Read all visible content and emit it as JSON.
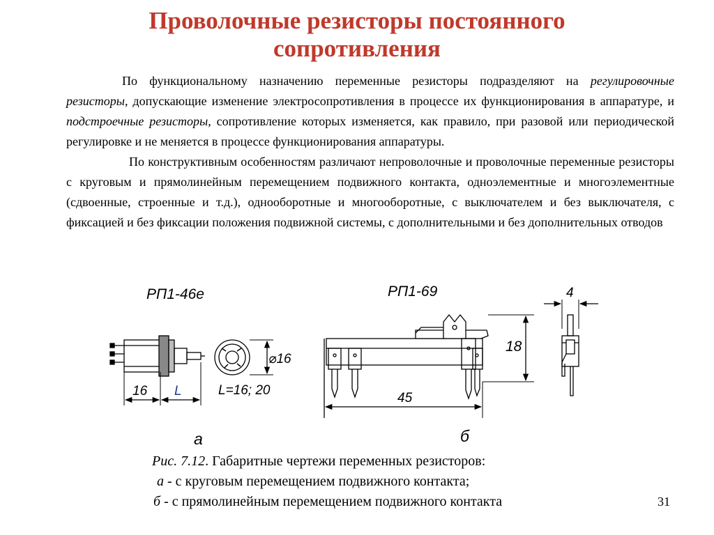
{
  "title": {
    "line1": "Проволочные резисторы постоянного",
    "line2": "сопротивления"
  },
  "paragraph1": {
    "t1": "По функциональному назначению переменные резисторы подразделяют на ",
    "i1": "регулировочные резисторы",
    "t2": ", допускающие изменение электросопротивления в процессе их функционирования в аппаратуре, и ",
    "i2": "подстроечные резисторы",
    "t3": ", сопротивление которых изменяется, как правило, при разовой или периодической регулировке и не меняется в процессе функционирования аппаратуры."
  },
  "paragraph2": "По конструктивным особенностям различают непроволочные и проволочные переменные резисторы с круговым и прямолинейным перемещением подвижного контакта, одноэлементные и многоэлементные (сдвоенные, строенные и т.д.), однооборотные и многооборотные, с выключателем и без выключателя, с фиксацией и без фиксации положения подвижной системы, с дополнительными и без дополнительных отводов",
  "figure": {
    "left_model": "РП1-46е",
    "right_model": "РП1-69",
    "dim_16_left": "16",
    "dim_L": "L",
    "dim_diameter": "⌀16",
    "dim_L_values": "L=16; 20",
    "dim_4": "4",
    "dim_18": "18",
    "dim_45": "45",
    "label_a": "а",
    "label_b": "б"
  },
  "caption": {
    "fig": "Рис. 7.12",
    "line1": ".  Габаритные чертежи  переменных резисторов:",
    "a": "а",
    "line2": " - с круговым  перемещением  подвижного  контакта;",
    "b": "б",
    "line3": " - с прямолинейным перемещением подвижного контакта"
  },
  "page_number": "31",
  "colors": {
    "title": "#c0392b",
    "dim_L": "#1f3a93"
  }
}
